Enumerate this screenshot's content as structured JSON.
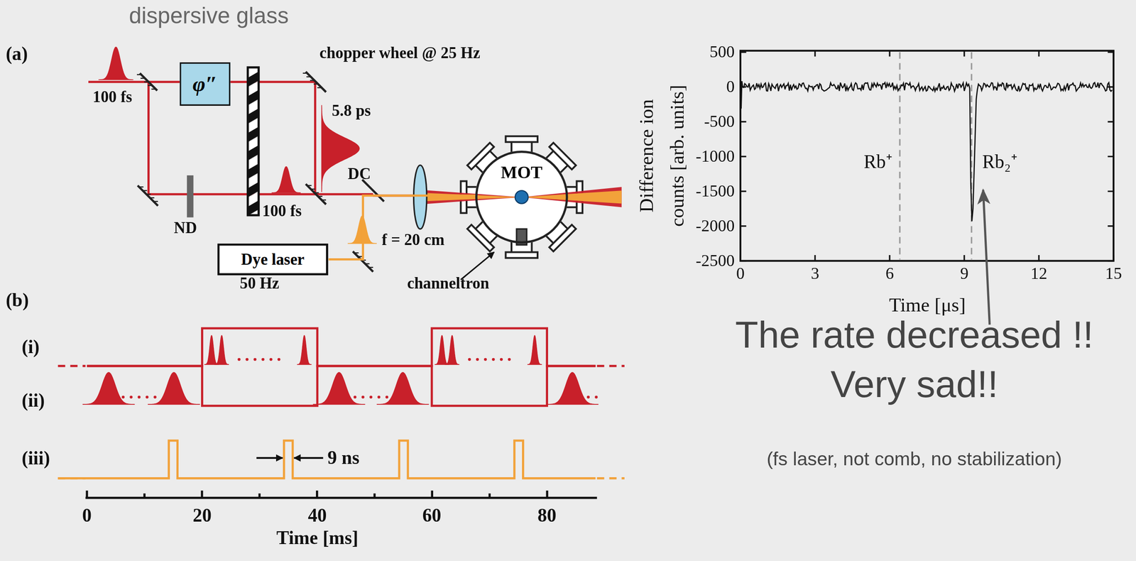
{
  "diagram": {
    "nodes": [
      {
        "text": [
          "φ″"
        ]
      },
      {
        "text": [
          "MOT"
        ]
      },
      {
        "text": [
          "Dye laser"
        ]
      }
    ],
    "edges": [
      {
        "from": 2,
        "to": 1,
        "arrow": "none"
      }
    ],
    "labels": [
      "dispersive glass",
      "(a)",
      "100 fs",
      "chopper wheel @ 25 Hz",
      "5.8 ps",
      "DC",
      "100 fs",
      "ND",
      "50 Hz",
      "f = 20 cm",
      "channeltron",
      "(b)",
      "(i)",
      "(ii)",
      "(iii)",
      "9 ns",
      "0",
      "20",
      "40",
      "60",
      "80",
      "Time [ms]",
      "500",
      "0",
      "-500",
      "-1000",
      "-1500",
      "-2000",
      "-2500",
      "0",
      "3",
      "6",
      "9",
      "12",
      "15",
      "Time [μs]",
      "Difference ion",
      "counts [arb. units]",
      "Rb⁺",
      "Rb₂⁺",
      "The rate decreased !!",
      "Very sad!!",
      "(fs laser, not comb, no stabilization)"
    ]
  }
}
